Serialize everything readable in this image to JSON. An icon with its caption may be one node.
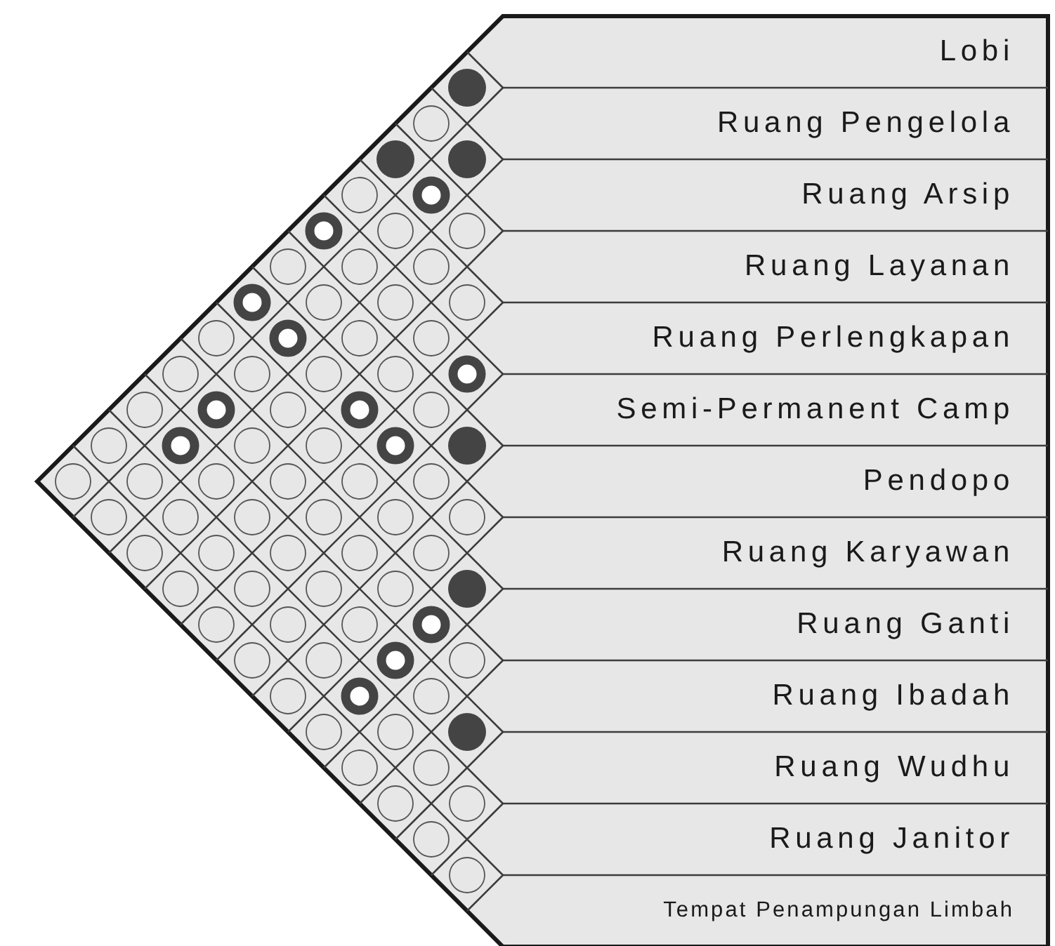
{
  "diagram": {
    "nodes": [
      {
        "text": [
          "Lobi"
        ]
      },
      {
        "text": [
          "Ruang Pengelola"
        ]
      },
      {
        "text": [
          "Ruang Arsip"
        ]
      },
      {
        "text": [
          "Ruang Layanan"
        ]
      },
      {
        "text": [
          "Ruang Perlengkapan"
        ]
      },
      {
        "text": [
          "Semi-Permanent Camp"
        ]
      },
      {
        "text": [
          "Pendopo"
        ]
      },
      {
        "text": [
          "Ruang Karyawan"
        ]
      },
      {
        "text": [
          "Ruang Ganti"
        ]
      },
      {
        "text": [
          "Ruang Ibadah"
        ]
      },
      {
        "text": [
          "Ruang Wudhu"
        ]
      },
      {
        "text": [
          "Ruang Janitor"
        ]
      },
      {
        "text": [
          "Tempat Penampungan Limbah"
        ]
      }
    ]
  }
}
